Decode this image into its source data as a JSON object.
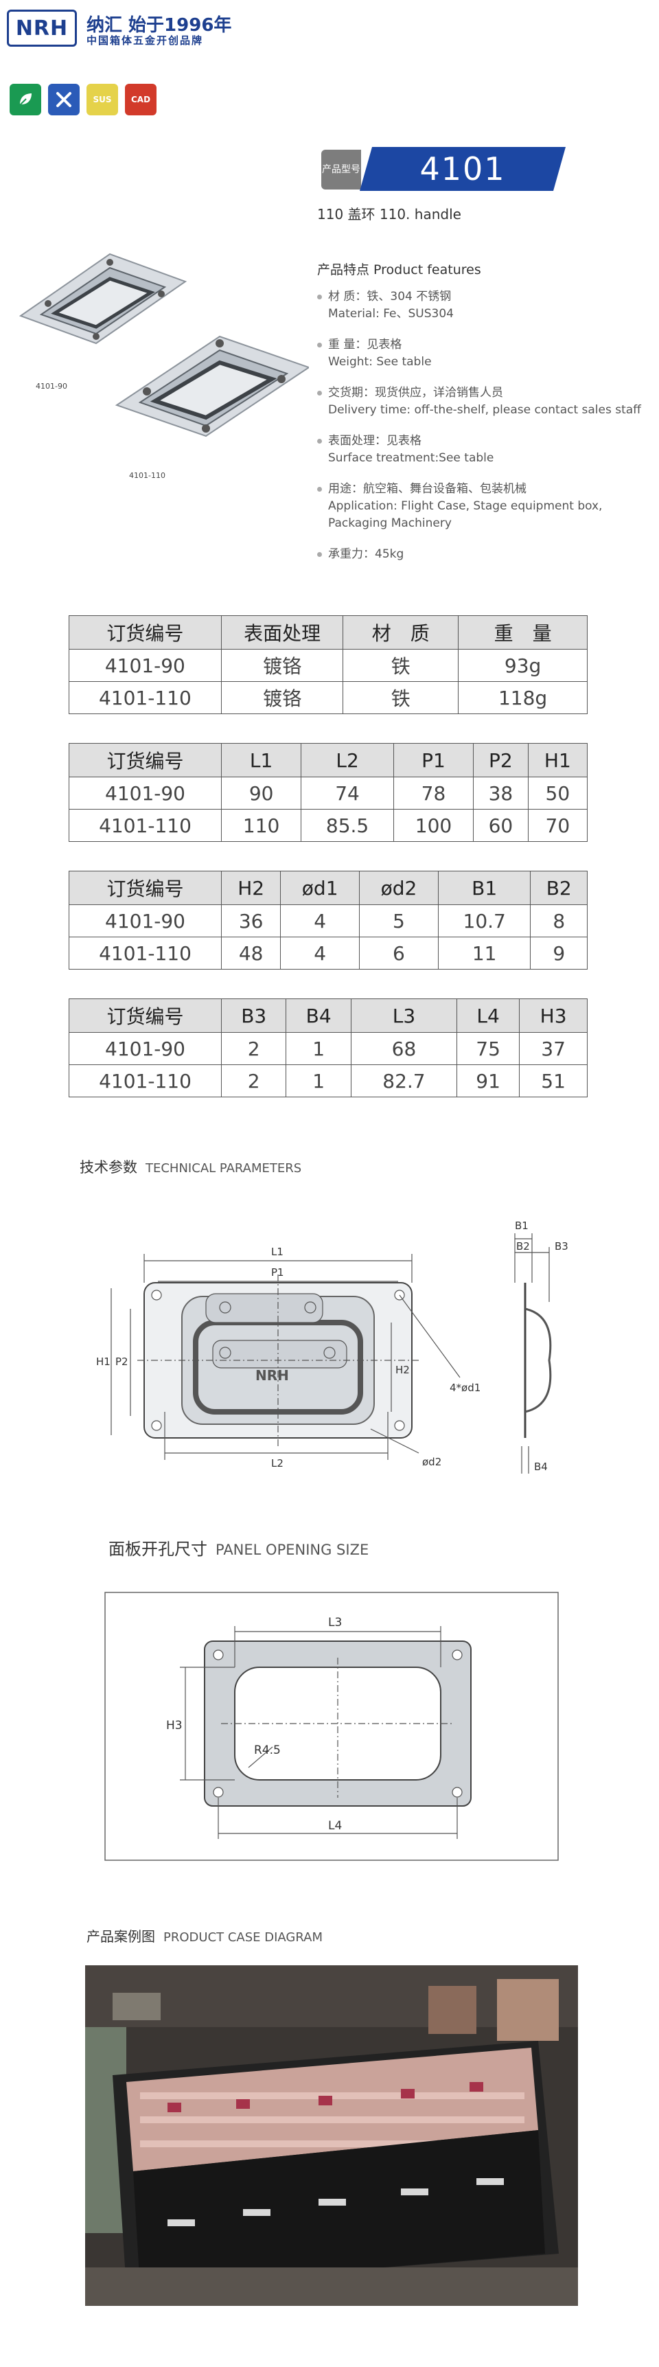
{
  "header": {
    "logo": "NRH",
    "brand_main": "纳汇 始于1996年",
    "brand_sub": "中国箱体五金开创品牌"
  },
  "badges": [
    {
      "label": "环保",
      "icon": "eco-leaf-icon",
      "color": "#1a9a52"
    },
    {
      "label": "工具",
      "icon": "tools-icon",
      "color": "#2b5bb8"
    },
    {
      "label": "SUS",
      "color": "#e5d24a"
    },
    {
      "label": "CAD",
      "color": "#d23a2a"
    }
  ],
  "product": {
    "model_label": "产品型号",
    "model": "4101",
    "subtitle": "110 盖环   110. handle",
    "image_captions": [
      "4101-90",
      "4101-110"
    ]
  },
  "features": {
    "title": "产品特点  Product features",
    "items": [
      {
        "cn": "材 质：铁、304 不锈钢",
        "en": "Material: Fe、SUS304"
      },
      {
        "cn": "重 量：见表格",
        "en": "Weight: See table"
      },
      {
        "cn": "交货期：现货供应，详洽销售人员",
        "en": "Delivery time: off-the-shelf, please contact sales staff"
      },
      {
        "cn": "表面处理：见表格",
        "en": "Surface treatment:See table"
      },
      {
        "cn": "用途：航空箱、舞台设备箱、包装机械",
        "en": "Application: Flight Case, Stage equipment box, Packaging Machinery"
      },
      {
        "cn": "承重力：45kg",
        "en": ""
      }
    ]
  },
  "tables": [
    {
      "headers": [
        "订货编号",
        "表面处理",
        "材　质",
        "重　量"
      ],
      "rows": [
        [
          "4101-90",
          "镀铬",
          "铁",
          "93g"
        ],
        [
          "4101-110",
          "镀铬",
          "铁",
          "118g"
        ]
      ]
    },
    {
      "headers": [
        "订货编号",
        "L1",
        "L2",
        "P1",
        "P2",
        "H1"
      ],
      "rows": [
        [
          "4101-90",
          "90",
          "74",
          "78",
          "38",
          "50"
        ],
        [
          "4101-110",
          "110",
          "85.5",
          "100",
          "60",
          "70"
        ]
      ]
    },
    {
      "headers": [
        "订货编号",
        "H2",
        "ød1",
        "ød2",
        "B1",
        "B2"
      ],
      "rows": [
        [
          "4101-90",
          "36",
          "4",
          "5",
          "10.7",
          "8"
        ],
        [
          "4101-110",
          "48",
          "4",
          "6",
          "11",
          "9"
        ]
      ]
    },
    {
      "headers": [
        "订货编号",
        "B3",
        "B4",
        "L3",
        "L4",
        "H3"
      ],
      "rows": [
        [
          "4101-90",
          "2",
          "1",
          "68",
          "75",
          "37"
        ],
        [
          "4101-110",
          "2",
          "1",
          "82.7",
          "91",
          "51"
        ]
      ]
    }
  ],
  "technical": {
    "title_cn": "技术参数",
    "title_en": "TECHNICAL PARAMETERS",
    "labels": {
      "L1": "L1",
      "P1": "P1",
      "H1": "H1",
      "P2": "P2",
      "H2": "H2",
      "L2": "L2",
      "d1": "4*ød1",
      "d2": "ød2",
      "B1": "B1",
      "B2": "B2",
      "B3": "B3",
      "B4": "B4",
      "mark": "NRH"
    }
  },
  "panel": {
    "title_cn": "面板开孔尺寸",
    "title_en": "PANEL OPENING SIZE",
    "labels": {
      "L3": "L3",
      "H3": "H3",
      "R": "R4.5",
      "L4": "L4"
    }
  },
  "case": {
    "title_cn": "产品案例图",
    "title_en": "PRODUCT CASE DIAGRAM"
  }
}
